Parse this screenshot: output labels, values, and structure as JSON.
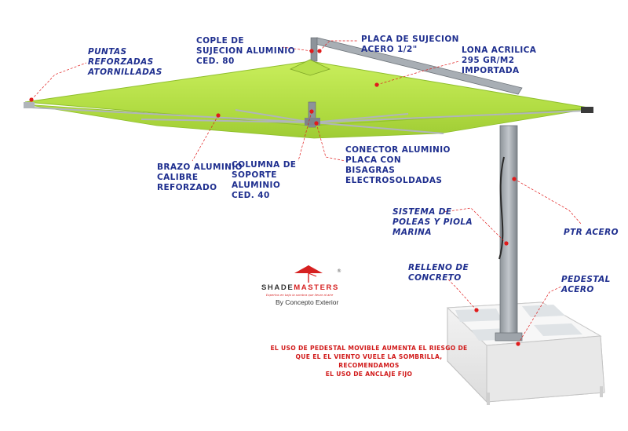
{
  "labels": {
    "puntas": "PUNTAS\nREFORZADAS\nATORNILLADAS",
    "cople": "COPLE DE\nSUJECION ALUMINIO\nCED. 80",
    "placa": "PLACA DE SUJECION\nACERO 1/2\"",
    "lona": "LONA ACRILICA\n295 GR/M2\nIMPORTADA",
    "conector": "CONECTOR ALUMINIO\nPLACA CON\nBISAGRAS\nELECTROSOLDADAS",
    "brazo": "BRAZO ALUMINIO\nCALIBRE\nREFORZADO",
    "columna": "COLUMNA DE\nSOPORTE\nALUMINIO\nCED. 40",
    "sistema": "SISTEMA DE\nPOLEAS Y PIOLA\nMARINA",
    "ptr": "PTR ACERO",
    "relleno": "RELLENO DE\nCONCRETO",
    "pedestal": "PEDESTAL\nACERO"
  },
  "warning": [
    "EL USO DE PEDESTAL MOVIBLE AUMENTA EL RIESGO DE",
    "QUE EL EL VIENTO VUELE LA SOMBRILLA, RECOMENDAMOS",
    "EL USO DE ANCLAJE FIJO"
  ],
  "brand": {
    "name_part1": "SHADE",
    "name_part2": "MASTERS",
    "tagline": "Expertos en bajo la sombra que llevar al aire",
    "by_line": "By Concepto Exterior",
    "registered": "®"
  },
  "colors": {
    "canopy": "#b7e04a",
    "frame": "#9aa0a6",
    "label_text": "#1f2f8f",
    "marker": "#e01b1b",
    "warning_text": "#d11a1a"
  }
}
